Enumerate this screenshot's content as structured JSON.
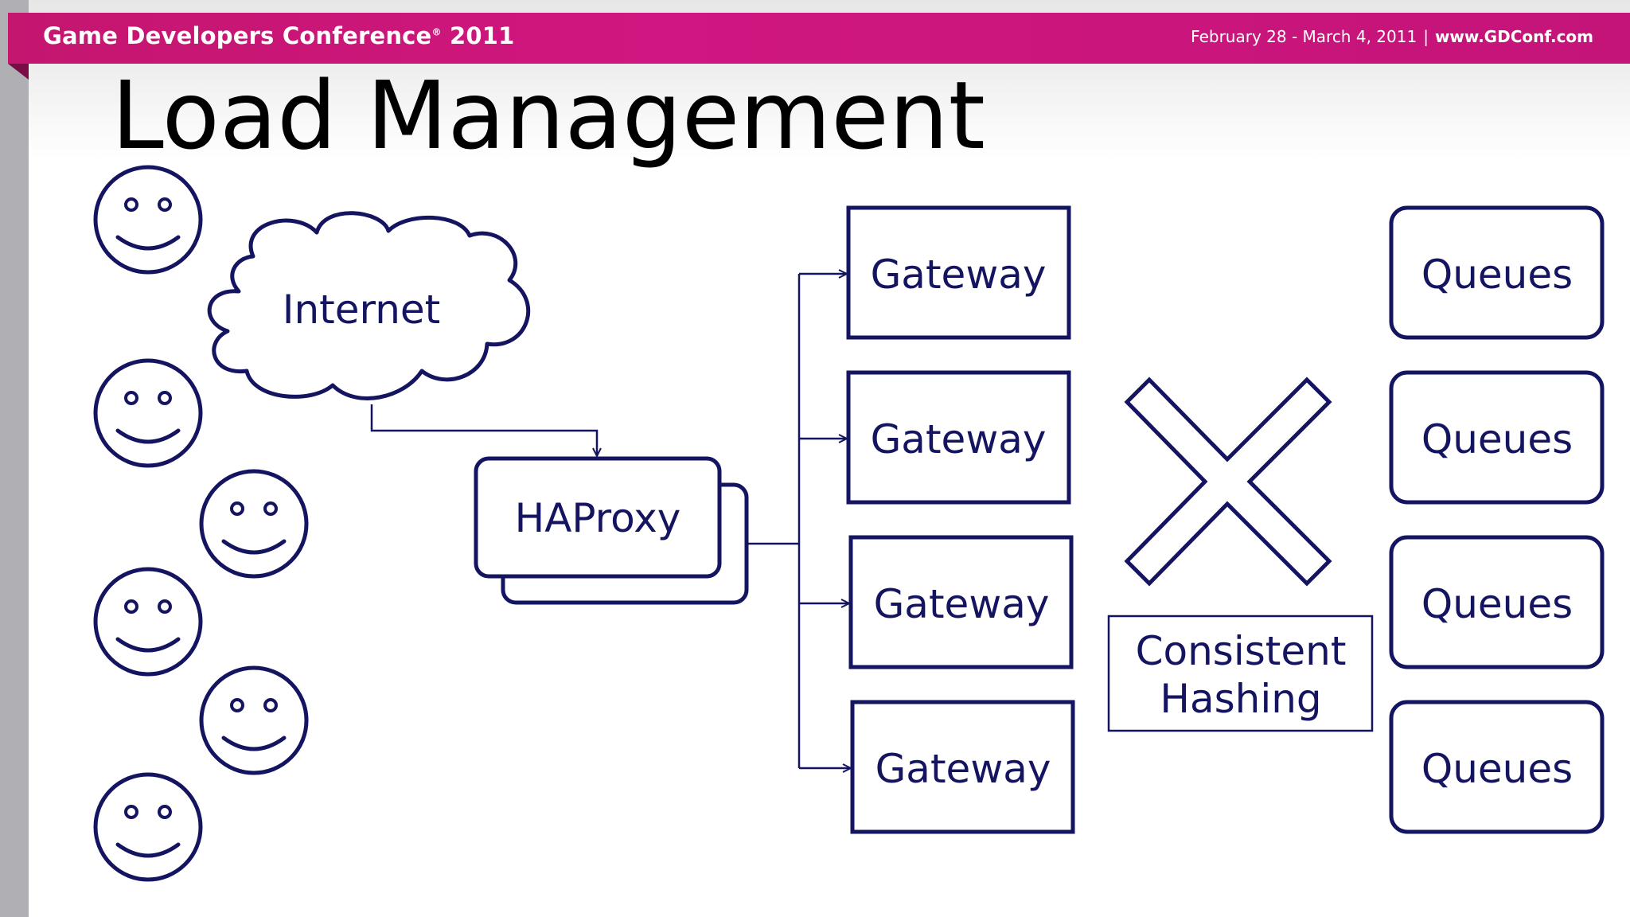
{
  "header": {
    "conference": "Game Developers Conference",
    "year": "2011",
    "trademark": "®",
    "dates": "February 28 - March 4, 2011",
    "separator": "|",
    "url": "www.GDConf.com"
  },
  "slide": {
    "title": "Load Management"
  },
  "diagram": {
    "internet_label": "Internet",
    "haproxy_label": "HAProxy",
    "gateways": [
      "Gateway",
      "Gateway",
      "Gateway",
      "Gateway"
    ],
    "queues": [
      "Queues",
      "Queues",
      "Queues",
      "Queues"
    ],
    "hashing_line1": "Consistent",
    "hashing_line2": "Hashing",
    "smiley_count": 6
  },
  "colors": {
    "banner": "#c4166f",
    "ink": "#141460"
  }
}
